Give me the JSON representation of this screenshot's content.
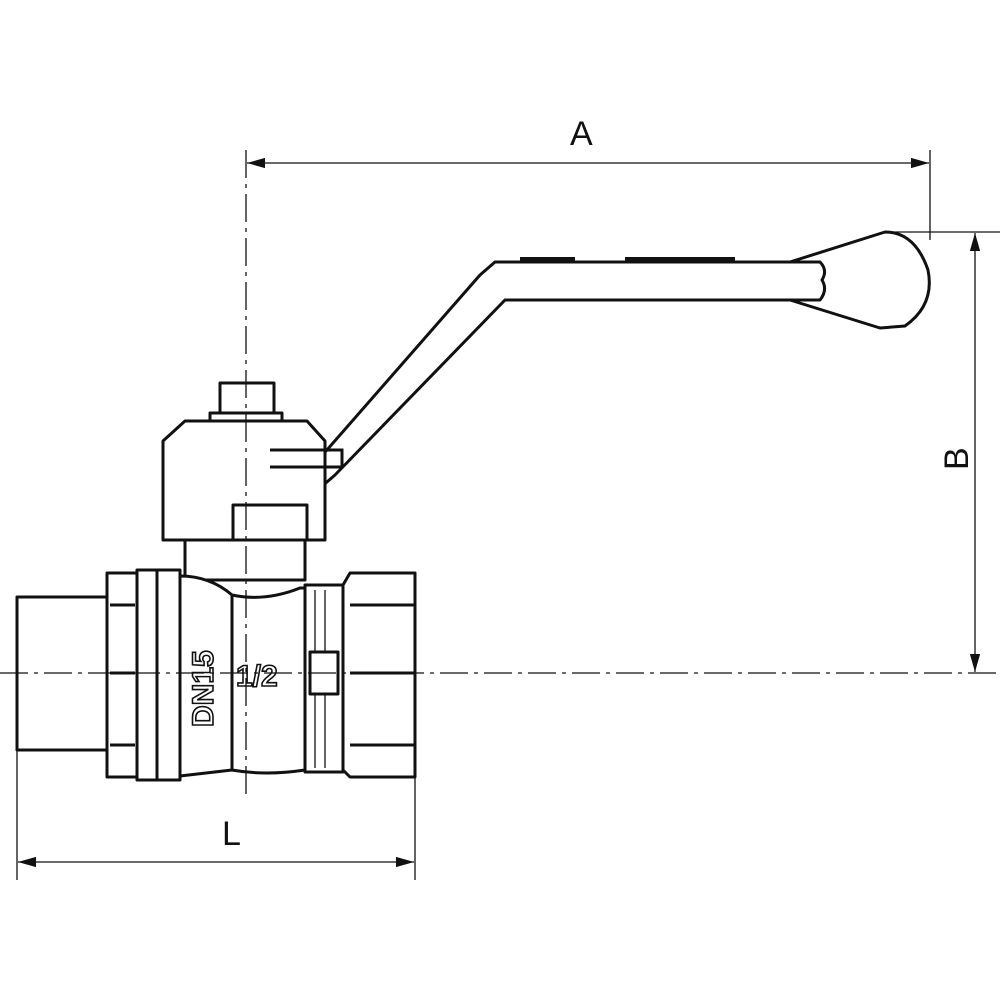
{
  "dimensions": {
    "A": "A",
    "B": "B",
    "L": "L"
  },
  "markings": {
    "nominal_diameter": "DN15",
    "thread_size": "1/2"
  }
}
